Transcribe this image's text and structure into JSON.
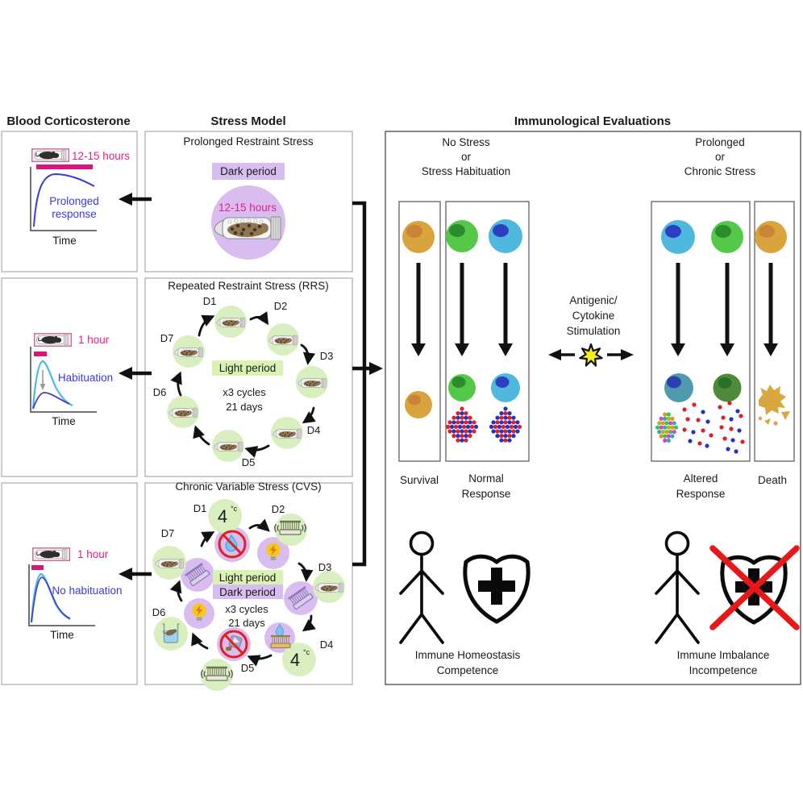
{
  "figure": {
    "columns": {
      "blood_corticosterone": "Blood Corticosterone",
      "stress_model": "Stress Model",
      "immunological_evaluations": "Immunological Evaluations"
    }
  },
  "cort": {
    "prolonged": {
      "restraint_duration": "12-15 hours",
      "annotation_line1": "Prolonged",
      "annotation_line2": "response",
      "axis": "Time"
    },
    "repeated": {
      "restraint_duration": "1 hour",
      "annotation": "Habituation",
      "axis": "Time"
    },
    "chronic": {
      "restraint_duration": "1 hour",
      "annotation": "No habituation",
      "axis": "Time"
    }
  },
  "stress": {
    "prolonged": {
      "title": "Prolonged Restraint Stress",
      "period": "Dark period",
      "duration": "12-15 hours"
    },
    "rrs": {
      "title": "Repeated Restraint Stress (RRS)",
      "period": "Light period",
      "cycles": "x3 cycles",
      "duration": "21 days",
      "days": [
        "D1",
        "D2",
        "D3",
        "D4",
        "D5",
        "D6",
        "D7"
      ]
    },
    "cvs": {
      "title": "Chronic Variable Stress (CVS)",
      "light_period": "Light period",
      "dark_period": "Dark period",
      "cycles": "x3 cycles",
      "duration": "21 days",
      "days": [
        "D1",
        "D2",
        "D3",
        "D4",
        "D5",
        "D6",
        "D7"
      ],
      "cold_temp": "4",
      "cold_unit": "°c"
    }
  },
  "immuno": {
    "left_condition": [
      "No Stress",
      "or",
      "Stress Habituation"
    ],
    "right_condition": [
      "Prolonged",
      "or",
      "Chronic Stress"
    ],
    "stimulation": [
      "Antigenic/",
      "Cytokine",
      "Stimulation"
    ],
    "outcome_survival": "Survival",
    "outcome_normal": [
      "Normal",
      "Response"
    ],
    "outcome_altered": [
      "Altered",
      "Response"
    ],
    "outcome_death": "Death",
    "left_caption": [
      "Immune Homeostasis",
      "Competence"
    ],
    "right_caption": [
      "Immune Imbalance",
      "Incompetence"
    ]
  },
  "colors": {
    "magenta_text": "#e0218a",
    "magenta_bar": "#d6187e",
    "blue_text": "#3a3ad8",
    "light_blue_curve": "#4ab8e8",
    "dark_blue_curve": "#3a3ad8",
    "light_green_circle": "#d9efbf",
    "light_purple_circle": "#d9bdf0",
    "highlight_light_period": "#daf2b4",
    "highlight_dark_period": "#d8bef0",
    "star_yellow": "#f8ef1a",
    "prohibition_red": "#e02020",
    "cross_red": "#e81818",
    "cell_orange": "#d9a33e",
    "cell_green": "#55c84a",
    "cell_cyan": "#4fb8dc",
    "cell_teal": "#4f9aac",
    "cell_dark_green": "#4f8a3a",
    "dot_red": "#e02020",
    "dot_blue": "#2233cc"
  }
}
